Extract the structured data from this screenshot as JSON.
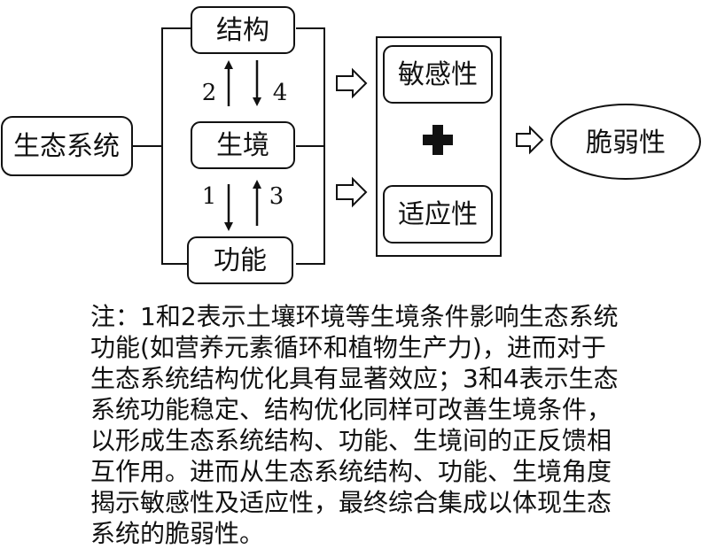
{
  "diagram": {
    "root": "生态系统",
    "structure": "结构",
    "habitat": "生境",
    "function": "功能",
    "sensitivity": "敏感性",
    "adaptability": "适应性",
    "vulnerability": "脆弱性",
    "plus_symbol": "+",
    "arrow_labels": {
      "habitat_to_structure": "2",
      "structure_to_habitat": "4",
      "habitat_to_function": "1",
      "function_to_habitat": "3"
    }
  },
  "note": {
    "lines": [
      "注：1和2表示土壤环境等生境条件影响生态系统",
      "功能(如营养元素循环和植物生产力)，进而对于",
      "生态系统结构优化具有显著效应；3和4表示生态",
      "系统功能稳定、结构优化同样可改善生境条件，",
      "以形成生态系统结构、功能、生境间的正反馈相",
      "互作用。进而从生态系统结构、功能、生境角度",
      "揭示敏感性及适应性，最终综合集成以体现生态",
      "系统的脆弱性。"
    ]
  }
}
